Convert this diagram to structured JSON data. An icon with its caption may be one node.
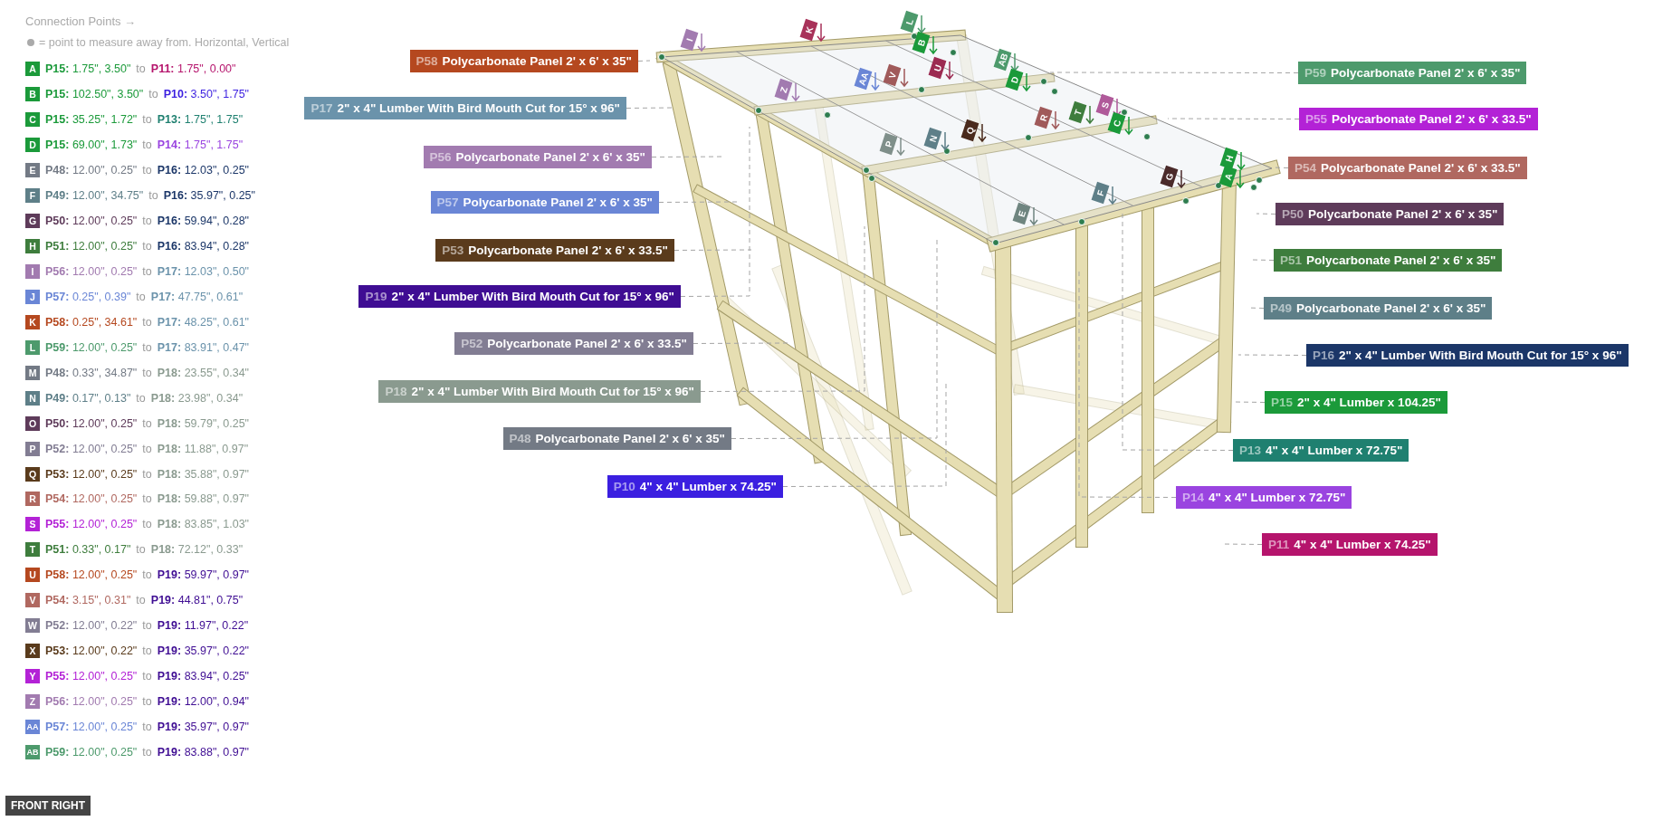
{
  "diagram": {
    "nodes": [
      {
        "text": [
          "P58",
          "Polycarbonate Panel 2' x 6' x 35\""
        ]
      },
      {
        "text": [
          "P17",
          "2\" x 4\" Lumber With Bird Mouth Cut for 15° x 96\""
        ]
      },
      {
        "text": [
          "P56",
          "Polycarbonate Panel 2' x 6' x 35\""
        ]
      },
      {
        "text": [
          "P57",
          "Polycarbonate Panel 2' x 6' x 35\""
        ]
      },
      {
        "text": [
          "P53",
          "Polycarbonate Panel 2' x 6' x 33.5\""
        ]
      },
      {
        "text": [
          "P19",
          "2\" x 4\" Lumber With Bird Mouth Cut for 15° x 96\""
        ]
      },
      {
        "text": [
          "P52",
          "Polycarbonate Panel 2' x 6' x 33.5\""
        ]
      },
      {
        "text": [
          "P18",
          "2\" x 4\" Lumber With Bird Mouth Cut for 15° x 96\""
        ]
      },
      {
        "text": [
          "P48",
          "Polycarbonate Panel 2' x 6' x 35\""
        ]
      },
      {
        "text": [
          "P10",
          "4\" x 4\" Lumber x 74.25\""
        ]
      },
      {
        "text": [
          "P59",
          "Polycarbonate Panel 2' x 6' x 35\""
        ]
      },
      {
        "text": [
          "P55",
          "Polycarbonate Panel 2' x 6' x 33.5\""
        ]
      },
      {
        "text": [
          "P54",
          "Polycarbonate Panel 2' x 6' x 33.5\""
        ]
      },
      {
        "text": [
          "P50",
          "Polycarbonate Panel 2' x 6' x 35\""
        ]
      },
      {
        "text": [
          "P51",
          "Polycarbonate Panel 2' x 6' x 35\""
        ]
      },
      {
        "text": [
          "P49",
          "Polycarbonate Panel 2' x 6' x 35\""
        ]
      },
      {
        "text": [
          "P16",
          "2\" x 4\" Lumber With Bird Mouth Cut for 15° x 96\""
        ]
      },
      {
        "text": [
          "P15",
          "2\" x 4\" Lumber x 104.25\""
        ]
      },
      {
        "text": [
          "P13",
          "4\" x 4\" Lumber x 72.75\""
        ]
      },
      {
        "text": [
          "P14",
          "4\" x 4\" Lumber x 72.75\""
        ]
      },
      {
        "text": [
          "P11",
          "4\" x 4\" Lumber x 74.25\""
        ]
      }
    ],
    "edges": [
      {
        "from": 0,
        "to": null,
        "arrow": "none",
        "style": "dashed"
      },
      {
        "from": 1,
        "to": null,
        "arrow": "none",
        "style": "dashed"
      },
      {
        "from": 2,
        "to": null,
        "arrow": "none",
        "style": "dashed"
      },
      {
        "from": 3,
        "to": null,
        "arrow": "none",
        "style": "dashed"
      },
      {
        "from": 4,
        "to": null,
        "arrow": "none",
        "style": "dashed"
      },
      {
        "from": 5,
        "to": null,
        "arrow": "none",
        "style": "dashed"
      },
      {
        "from": 6,
        "to": null,
        "arrow": "none",
        "style": "dashed"
      },
      {
        "from": 7,
        "to": null,
        "arrow": "none",
        "style": "dashed"
      },
      {
        "from": 8,
        "to": null,
        "arrow": "none",
        "style": "dashed"
      },
      {
        "from": 9,
        "to": null,
        "arrow": "none",
        "style": "dashed"
      },
      {
        "from": 10,
        "to": null,
        "arrow": "none",
        "style": "dashed"
      },
      {
        "from": 11,
        "to": null,
        "arrow": "none",
        "style": "dashed"
      },
      {
        "from": 12,
        "to": null,
        "arrow": "none",
        "style": "dashed"
      },
      {
        "from": 13,
        "to": null,
        "arrow": "none",
        "style": "dashed"
      },
      {
        "from": 14,
        "to": null,
        "arrow": "none",
        "style": "dashed"
      },
      {
        "from": 15,
        "to": null,
        "arrow": "none",
        "style": "dashed"
      },
      {
        "from": 16,
        "to": null,
        "arrow": "none",
        "style": "dashed"
      },
      {
        "from": 17,
        "to": null,
        "arrow": "none",
        "style": "dashed"
      },
      {
        "from": 18,
        "to": null,
        "arrow": "none",
        "style": "dashed"
      },
      {
        "from": 19,
        "to": null,
        "arrow": "none",
        "style": "dashed"
      },
      {
        "from": 20,
        "to": null,
        "arrow": "none",
        "style": "dashed"
      }
    ],
    "labels": [
      "Connection Points →",
      "= point to measure away from. Horizontal, Vertical",
      "A",
      "**P15:** 1.75\", 3.50\"",
      "to",
      "**P11:** 1.75\", 0.00\"",
      "B",
      "**P15:** 102.50\", 3.50\"",
      "to",
      "**P10:** 3.50\", 1.75\"",
      "C",
      "**P15:** 35.25\", 1.72\"",
      "to",
      "**P13:** 1.75\", 1.75\"",
      "D",
      "**P15:** 69.00\", 1.73\"",
      "to",
      "**P14:** 1.75\", 1.75\"",
      "E",
      "**P48:** 12.00\", 0.25\"",
      "to",
      "**P16:** 12.03\", 0.25\"",
      "F",
      "**P49:** 12.00\", 34.75\"",
      "to",
      "**P16:** 35.97\", 0.25\"",
      "G",
      "**P50:** 12.00\", 0.25\"",
      "to",
      "**P16:** 59.94\", 0.28\"",
      "H",
      "**P51:** 12.00\", 0.25\"",
      "to",
      "**P16:** 83.94\", 0.28\"",
      "I",
      "**P56:** 12.00\", 0.25\"",
      "to",
      "**P17:** 12.03\", 0.50\"",
      "J",
      "**P57:** 0.25\", 0.39\"",
      "to",
      "**P17:** 47.75\", 0.61\"",
      "K",
      "**P58:** 0.25\", 34.61\"",
      "to",
      "**P17:** 48.25\", 0.61\"",
      "L",
      "**P59:** 12.00\", 0.25\"",
      "to",
      "**P17:** 83.91\", 0.47\"",
      "M",
      "**P48:** 0.33\", 34.87\"",
      "to",
      "**P18:** 23.55\", 0.34\"",
      "N",
      "**P49:** 0.17\", 0.13\"",
      "to",
      "**P18:** 23.98\", 0.34\"",
      "O",
      "**P50:** 12.00\", 0.25\"",
      "to",
      "**P18:** 59.79\", 0.25\"",
      "P",
      "**P52:** 12.00\", 0.25\"",
      "to",
      "**P18:** 11.88\", 0.97\"",
      "Q",
      "**P53:** 12.00\", 0.25\"",
      "to",
      "**P18:** 35.88\", 0.97\"",
      "R",
      "**P54:** 12.00\", 0.25\"",
      "to",
      "**P18:** 59.88\", 0.97\"",
      "S",
      "**P55:** 12.00\", 0.25\"",
      "to",
      "**P18:** 83.85\", 1.03\"",
      "T",
      "**P51:** 0.33\", 0.17\"",
      "to",
      "**P18:** 72.12\", 0.33\"",
      "U",
      "**P58:** 12.00\", 0.25\"",
      "to",
      "**P19:** 59.97\", 0.97\"",
      "V",
      "**P54:** 3.15\", 0.31\"",
      "to",
      "**P19:** 44.81\", 0.75\"",
      "W",
      "**P52:** 12.00\", 0.22\"",
      "to",
      "**P19:** 11.97\", 0.22\"",
      "X",
      "**P53:** 12.00\", 0.22\"",
      "to",
      "**P19:** 35.97\", 0.22\"",
      "Y",
      "**P55:** 12.00\", 0.25\"",
      "to",
      "**P19:** 83.94\", 0.25\"",
      "Z",
      "**P56:** 12.00\", 0.25\"",
      "to",
      "**P19:** 12.00\", 0.94\"",
      "AA",
      "**P57:** 12.00\", 0.25\"",
      "to",
      "**P19:** 35.97\", 0.97\"",
      "AB",
      "**P59:** 12.00\", 0.25\"",
      "to",
      "**P19:** 83.88\", 0.97\"",
      "L",
      "K",
      "I",
      "B",
      "AB",
      "U",
      "V",
      "AA",
      "D",
      "Z",
      "S",
      "T",
      "R",
      "C",
      "Q",
      "N",
      "P",
      "H",
      "G",
      "A",
      "F",
      "E",
      "FRONT RIGHT"
    ]
  }
}
